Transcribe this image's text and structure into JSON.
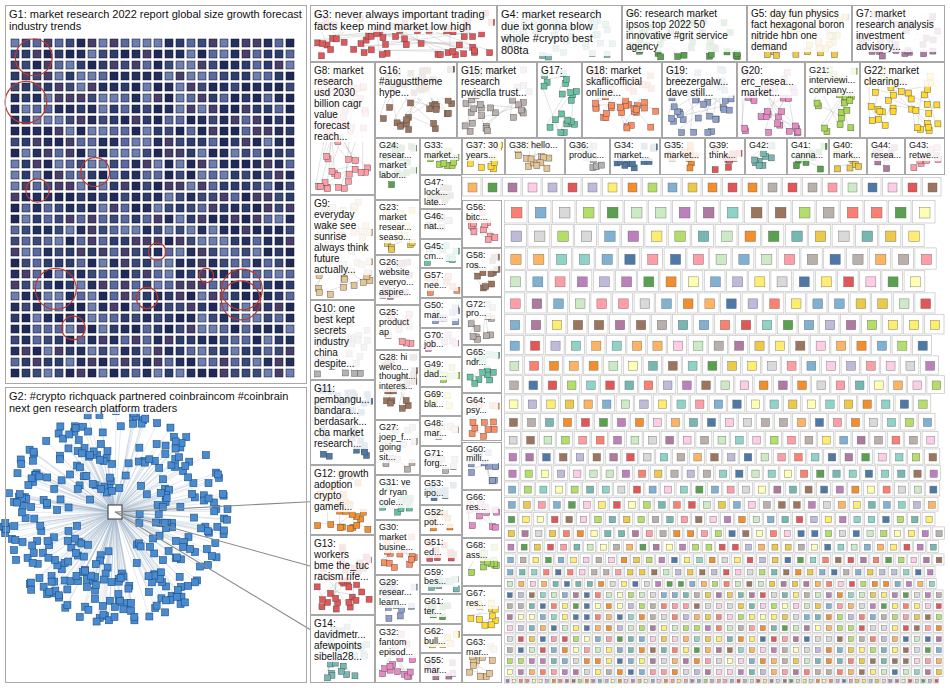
{
  "diagram": {
    "nodes": [
      {
        "text": [
          "G1: market research 2022 report global size growth forecast industry trends"
        ]
      },
      {
        "text": [
          "G2: #crypto richquack partnered coinbraincom #coinbrain next gen research platform traders"
        ]
      },
      {
        "text": [
          "G3: never always important trading facts keep mind market low high"
        ]
      },
      {
        "text": [
          "G4: market research due ixt gonna blow whole #crypto best 808ta"
        ]
      },
      {
        "text": [
          "G6: research market ipsos top 2022 50 innovative #grit service agency"
        ]
      },
      {
        "text": [
          "G5: day fun physics fact hexagonal boron nitride hbn one demand"
        ]
      },
      {
        "text": [
          "G7: market research analysis investment advisory..."
        ]
      },
      {
        "text": [
          "G8: market research usd 2030 billion cagr value forecast reach..."
        ]
      },
      {
        "text": [
          "G16: #augusttheme hype..."
        ]
      },
      {
        "text": [
          "G15: market research pwisclla trust..."
        ]
      },
      {
        "text": [
          "G17:"
        ]
      },
      {
        "text": [
          "G18: market skaflicofficial online..."
        ]
      },
      {
        "text": [
          "G19: breezergalw... dave still..."
        ]
      },
      {
        "text": [
          "G20: erc_resea... market..."
        ]
      },
      {
        "text": [
          "G21: interviewi... company..."
        ]
      },
      {
        "text": [
          "G22: market clearing..."
        ]
      },
      {
        "text": [
          "G9: everyday wake see sunrise always think future actually..."
        ]
      },
      {
        "text": [
          "G10: one best kept secrets industry china despite..."
        ]
      },
      {
        "text": [
          "G11: pembangu... bandara... berdasark... cba market research..."
        ]
      },
      {
        "text": [
          "G12: growth adoption crypto gamefi..."
        ]
      },
      {
        "text": [
          "G13: workers bme the_tuc racism rife..."
        ]
      },
      {
        "text": [
          "G14: davidmetr... afewpoints sibella28..."
        ]
      },
      {
        "text": [
          "G24: resear... market labor..."
        ]
      },
      {
        "text": [
          "G23: market resear... seaso..."
        ]
      },
      {
        "text": [
          "G26: website everyo... aspire..."
        ]
      },
      {
        "text": [
          "G25: product ap"
        ]
      },
      {
        "text": [
          "G28: hi welco... thought... interes..."
        ]
      },
      {
        "text": [
          "G27: joep_f... going sit..."
        ]
      },
      {
        "text": [
          "G31: ve dr ryan cole..."
        ]
      },
      {
        "text": [
          "G30: market busine..."
        ]
      },
      {
        "text": [
          "G29: resear... learn..."
        ]
      },
      {
        "text": [
          "G32: fantom episod..."
        ]
      },
      {
        "text": [
          "G33: market..."
        ]
      },
      {
        "text": [
          "G37: 30 years..."
        ]
      },
      {
        "text": [
          "G38: hello..."
        ]
      },
      {
        "text": [
          "G36: produc..."
        ]
      },
      {
        "text": [
          "G34: market..."
        ]
      },
      {
        "text": [
          "G35: market..."
        ]
      },
      {
        "text": [
          "G39: think..."
        ]
      },
      {
        "text": [
          "G42:"
        ]
      },
      {
        "text": [
          "G41: canna..."
        ]
      },
      {
        "text": [
          "G40: mark..."
        ]
      },
      {
        "text": [
          "G44: resea..."
        ]
      },
      {
        "text": [
          "G43: retwe..."
        ]
      },
      {
        "text": [
          "G47: lock... late..."
        ]
      },
      {
        "text": [
          "G46: nat..."
        ]
      },
      {
        "text": [
          "G45: cm..."
        ]
      },
      {
        "text": [
          "G57: nee..."
        ]
      },
      {
        "text": [
          "G50: mar..."
        ]
      },
      {
        "text": [
          "G70: job..."
        ]
      },
      {
        "text": [
          "G49: dad..."
        ]
      },
      {
        "text": [
          "G69: bla..."
        ]
      },
      {
        "text": [
          "G48: mar..."
        ]
      },
      {
        "text": [
          "G71: forg..."
        ]
      },
      {
        "text": [
          "G53: ipo..."
        ]
      },
      {
        "text": [
          "G52: pot..."
        ]
      },
      {
        "text": [
          "G51: ed..."
        ]
      },
      {
        "text": [
          "G59: bes..."
        ]
      },
      {
        "text": [
          "G61: ter..."
        ]
      },
      {
        "text": [
          "G62: bull..."
        ]
      },
      {
        "text": [
          "G55: mar..."
        ]
      },
      {
        "text": [
          "G56: bitc..."
        ]
      },
      {
        "text": [
          "G58: ros..."
        ]
      },
      {
        "text": [
          "G72: pro..."
        ]
      },
      {
        "text": [
          "G65: ndr..."
        ]
      },
      {
        "text": [
          "G64: psy..."
        ]
      },
      {
        "text": [
          "G60: milli..."
        ]
      },
      {
        "text": [
          "G66: res..."
        ]
      },
      {
        "text": [
          "G68: ass..."
        ]
      },
      {
        "text": [
          "G67: res..."
        ]
      },
      {
        "text": [
          "G63: mar..."
        ]
      }
    ],
    "edges": [
      {
        "from": 1,
        "to": 19,
        "arrow": "none"
      },
      {
        "from": 1,
        "to": 20,
        "arrow": "none"
      },
      {
        "from": 1,
        "to": 21,
        "arrow": "none"
      }
    ]
  }
}
